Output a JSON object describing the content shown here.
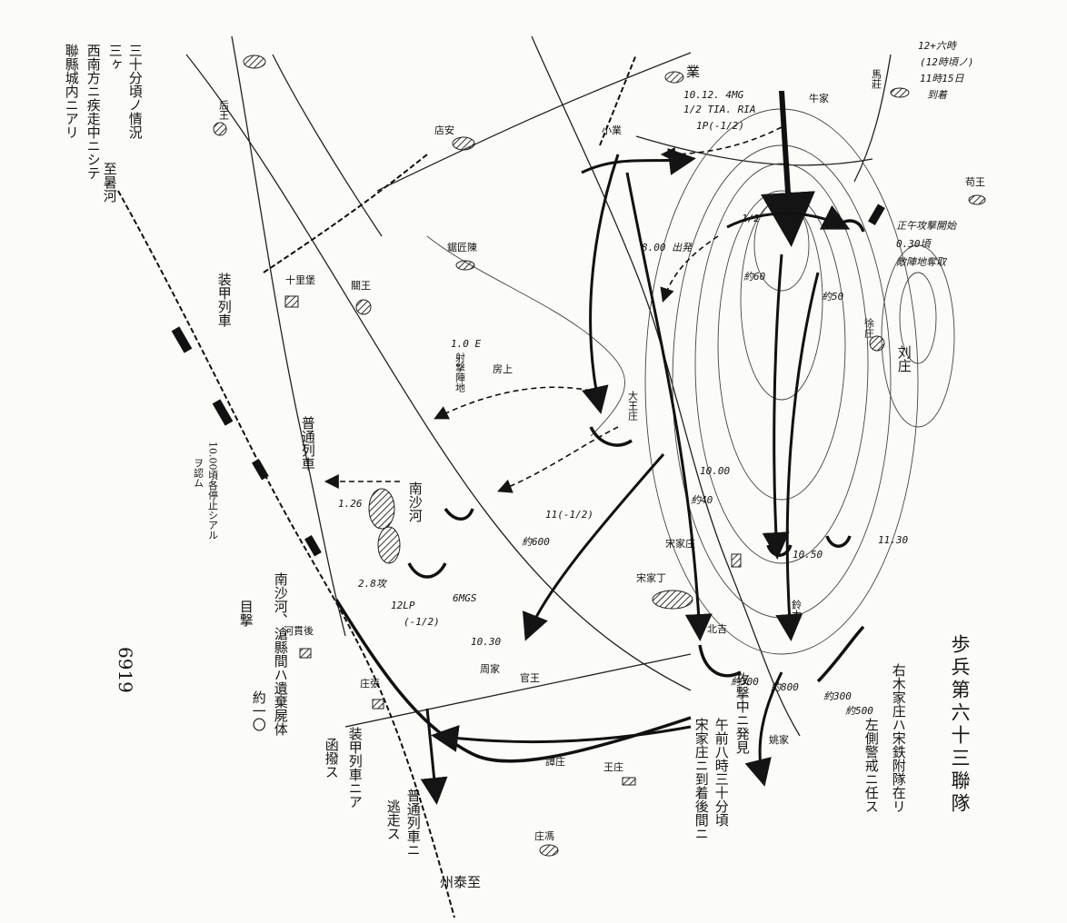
{
  "map": {
    "colors": {
      "ink": "#141414",
      "paper": "#fbfbf8",
      "hatch": "#555555"
    },
    "header_note": {
      "line1": "三十分頃ノ情況",
      "line2a": "三ヶ",
      "line2b": "至暑河",
      "line3": "西南方ニ疾走中ニシテ",
      "line4": "聯縣城内ニアリ"
    },
    "top_right_note": {
      "line1": "12+六時",
      "line2": "(12時頃ノ)",
      "line3": "11時15日",
      "line4": "到着"
    },
    "right_unit": "歩兵第六十三聯隊",
    "right_notes": {
      "line1": "午前八時三十分頃",
      "line2": "宋家庄ニ到着後間ニ",
      "line3": "右木家庄ハ宋鉄附隊在リ",
      "line4": "左側警戒ニ任ス"
    },
    "left_bottom_note": {
      "line1": "南沙河、滄縣間ハ遺棄屍体",
      "line2": "目撃",
      "line3": "約一〇"
    },
    "armored_train_note": {
      "line1": "装甲列車ニア",
      "line2": "函撥ス"
    },
    "ordinary_train_note": {
      "line1": "普通列車ニ",
      "line2": "逃走ス"
    },
    "left_train_labels": {
      "train_a": "装甲列車",
      "train_b": "普通列車",
      "stop_note_a": "10.00頃各停止シアル",
      "stop_note_b": "ヲ認ム"
    },
    "attack_note": "攻撃中ニ発見",
    "place_names": {
      "ye": "業",
      "niu": "牛家",
      "dian_an": "店安",
      "xiao_ye": "小業",
      "mo_zhuang": "馬莊",
      "gou_wang": "苟王",
      "ju_jiang": "鋸匠陳",
      "shi_li": "十里堡",
      "guan_wang": "關王",
      "fang_shang": "房上",
      "nan_shahe": "南沙河",
      "da_wang": "大王庄",
      "hou_wang": "后王",
      "zhou_jia": "周家",
      "song_jia": "宋家庄",
      "song_ding": "宋家丁",
      "bei_ji": "北吉",
      "xu_zhuang": "徐庄",
      "liu_zhuang": "刘庄",
      "guan_wang2": "官王",
      "he_guan": "河貫後",
      "zhuang_zhang": "庄張",
      "tan_zhuang": "譚庄",
      "wang_zhuang": "王庄",
      "zhuang_ma": "庄馮",
      "zhou_tai": "州泰至",
      "ding_jia": "鈴木",
      "yao_jia": "姚家"
    },
    "annotations": {
      "a1": "10.12. 4MG",
      "a2": "1/2 TIA. RIA",
      "a3": "1P(-1/2)",
      "a4": "8.00 出発",
      "a5": "正午攻撃開始",
      "a6": "0.30頃",
      "a7": "敵陣地奪取",
      "a8": "1/2",
      "a9": "約60",
      "a10": "約50",
      "a11": "約600",
      "a12": "11(-1/2)",
      "a13": "12LP",
      "a14": "(-1/2)",
      "a15": "6MGS",
      "a16": "約300",
      "a17": "約500",
      "a18": "10.00",
      "a19": "10.50",
      "a20": "11.30",
      "a21": "10.30",
      "a22": "約800",
      "a23": "約40",
      "a24": "1.26",
      "a25": "2.8攻",
      "a26": "射撃陣地",
      "a27": "1.0 E",
      "a28": "約300"
    },
    "catalog_number": "6919"
  }
}
